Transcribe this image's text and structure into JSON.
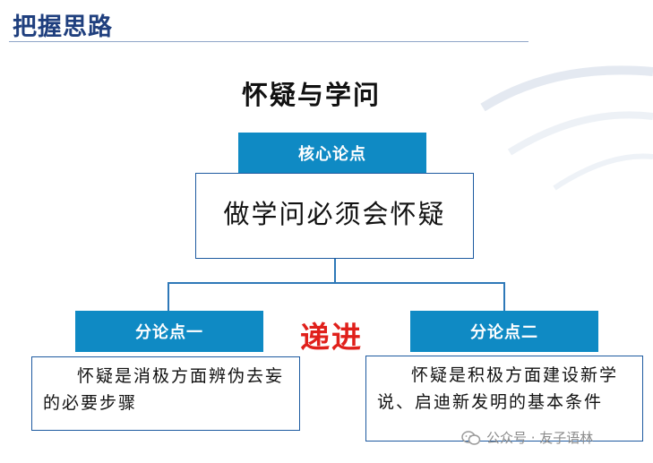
{
  "header": {
    "section_title": "把握思路"
  },
  "diagram": {
    "title": "怀疑与学问",
    "core": {
      "label": "核心论点",
      "text": "做学问必须会怀疑"
    },
    "relation": "递进",
    "sub_point_1": {
      "label": "分论点一",
      "text": "怀疑是消极方面辨伪去妄的必要步骤"
    },
    "sub_point_2": {
      "label": "分论点二",
      "text": "怀疑是积极方面建设新学说、启迪新发明的基本条件"
    }
  },
  "watermark": {
    "text": "公众号 · 友子语林",
    "icon": "wechat-icon"
  },
  "colors": {
    "heading": "#1f3f7e",
    "tab_fill": "#0f8ac4",
    "box_border": "#1d5aa0",
    "connector": "#2e78b8",
    "relation_text": "#e0201b"
  }
}
